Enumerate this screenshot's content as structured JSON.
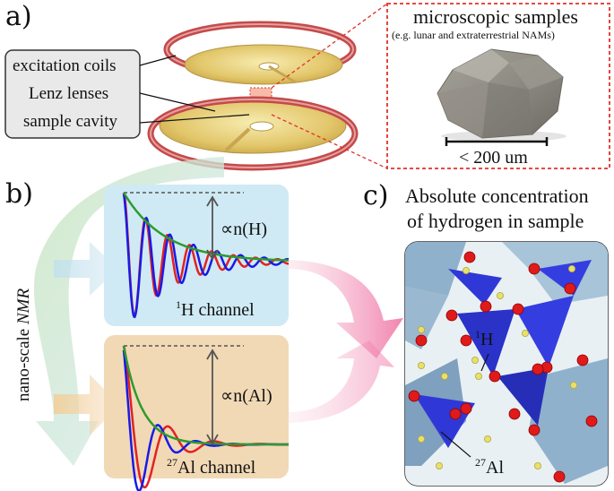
{
  "panel_a": {
    "letter": "a)",
    "labels": {
      "coils": "excitation coils",
      "lenses": "Lenz lenses",
      "cavity": "sample cavity"
    },
    "inset": {
      "title": "microscopic samples",
      "subtitle": "(e.g. lunar and extraterrestrial NAMs)",
      "scale": "< 200 um"
    }
  },
  "panel_b": {
    "letter": "b)",
    "side_label_prefix": "nano-scale ",
    "side_label_emph": "NMR",
    "h_channel": {
      "sup": "1",
      "name": "H channel",
      "measure": "∝n(H)"
    },
    "al_channel": {
      "sup": "27",
      "name": "Al channel",
      "measure": "∝n(Al)"
    }
  },
  "panel_c": {
    "letter": "c)",
    "title_line1": "Absolute concentration",
    "title_line2": "of hydrogen in sample",
    "h_label": {
      "sup": "1",
      "name": "H"
    },
    "al_label": {
      "sup": "27",
      "name": "Al"
    }
  },
  "colors": {
    "coil": "#c44a4a",
    "dashed_frame": "#e0322a",
    "h_box": "#cfeaf4",
    "al_box": "#f1d9b6",
    "fid_red": "#e32222",
    "fid_blue": "#1a1ae6",
    "envelope": "#2e9a2e",
    "crystal_blue": "#2f38d6",
    "oxygen": "#e01a1a",
    "hydrogen": "#e8e06a"
  }
}
